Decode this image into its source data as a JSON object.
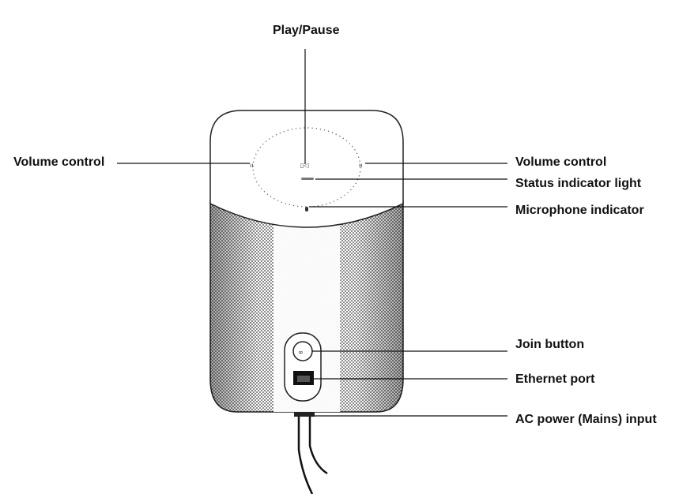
{
  "labels": {
    "play_pause": "Play/Pause",
    "volume_left": "Volume control",
    "volume_right": "Volume control",
    "status_light": "Status indicator light",
    "microphone": "Microphone indicator",
    "join": "Join button",
    "ethernet": "Ethernet port",
    "ac_power": "AC power (Mains) input"
  },
  "colors": {
    "line": "#111111",
    "grille": "#3a3a3a",
    "body_stroke": "#222222"
  }
}
